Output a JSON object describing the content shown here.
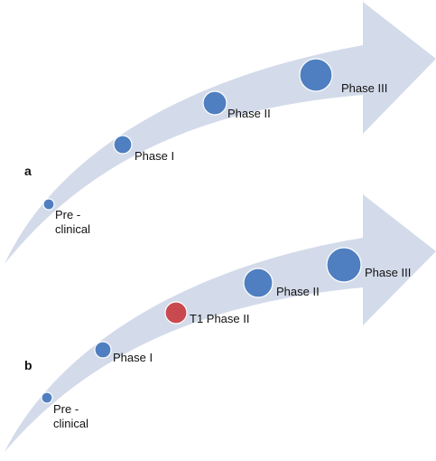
{
  "colors": {
    "arrow_fill": "#d3dbea",
    "stage_blue": "#4f7fc0",
    "stage_blue_stroke": "#ffffff",
    "stage_red": "#c84a4f",
    "text": "#111111"
  },
  "panels": [
    {
      "letter": "a",
      "stages": [
        {
          "label_line1": "Pre -",
          "label_line2": "clinical",
          "color": "blue"
        },
        {
          "label": "Phase I",
          "color": "blue"
        },
        {
          "label": "Phase II",
          "color": "blue"
        },
        {
          "label": "Phase III",
          "color": "blue"
        }
      ]
    },
    {
      "letter": "b",
      "stages": [
        {
          "label_line1": "Pre -",
          "label_line2": "clinical",
          "color": "blue"
        },
        {
          "label": "Phase I",
          "color": "blue"
        },
        {
          "label": "T1 Phase II",
          "color": "red"
        },
        {
          "label": "Phase II",
          "color": "blue"
        },
        {
          "label": "Phase III",
          "color": "blue"
        }
      ]
    }
  ]
}
